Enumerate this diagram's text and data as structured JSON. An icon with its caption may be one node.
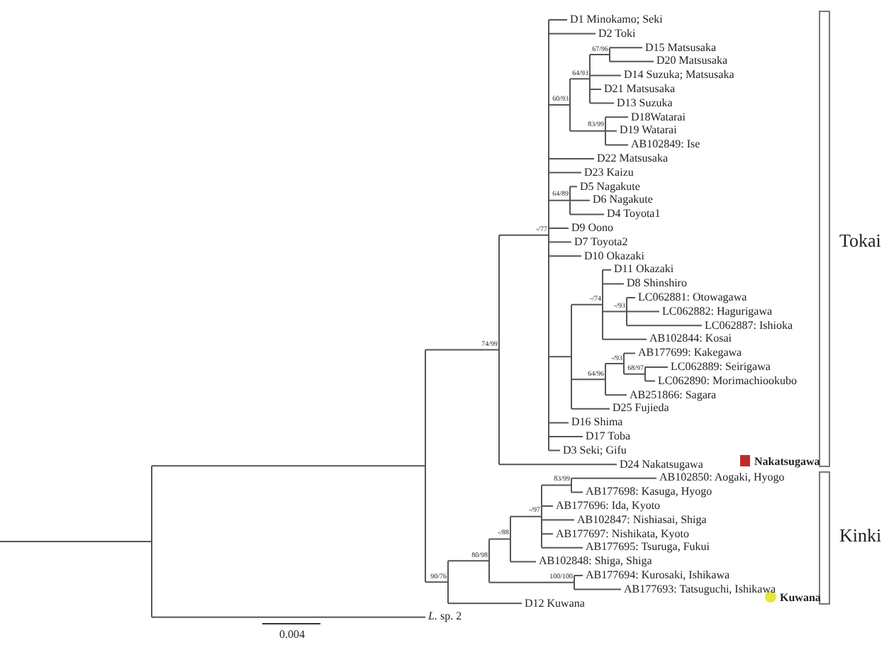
{
  "diagram": {
    "labels": [
      "D1 Minokamo; Seki",
      "D2 Toki",
      "D15 Matsusaka",
      "D20 Matsusaka",
      "D14 Suzuka; Matsusaka",
      "D21 Matsusaka",
      "D13 Suzuka",
      "D18Watarai",
      "D19 Watarai",
      "AB102849: Ise",
      "D22 Matsusaka",
      "D23 Kaizu",
      "D5 Nagakute",
      "D6 Nagakute",
      "D4 Toyota1",
      "D9 Oono",
      "D7 Toyota2",
      "D10 Okazaki",
      "D11 Okazaki",
      "D8 Shinshiro",
      "LC062881: Otowagawa",
      "LC062882: Hagurigawa",
      "LC062887: Ishioka",
      "AB102844: Kosai",
      "AB177699: Kakegawa",
      "LC062889: Seirigawa",
      "LC062890: Morimachiookubo",
      "AB251866: Sagara",
      "D25 Fujieda",
      "D16 Shima",
      "D17 Toba",
      "D3 Seki; Gifu",
      "D24 Nakatsugawa",
      "AB102850: Aogaki, Hyogo",
      "AB177698: Kasuga, Hyogo",
      "AB177696: Ida, Kyoto",
      "AB102847: Nishiasai, Shiga",
      "AB177697: Nishikata, Kyoto",
      "AB177695: Tsuruga, Fukui",
      "AB102848: Shiga, Shiga",
      "AB177694: Kurosaki, Ishikawa",
      "AB177693: Tatsuguchi, Ishikawa",
      "D12 Kuwana",
      "*L.* sp. 2",
      "67/96",
      "64/93",
      "60/93",
      "83/99",
      "64/89",
      "-/77",
      "-/74",
      "-/93",
      "74/99",
      "-/93",
      "68/97",
      "64/96",
      "83/99",
      "-/97",
      "-/88",
      "80/98",
      "100/100",
      "90/76",
      "Tokai",
      "Kinki",
      "0.004"
    ],
    "legend": [
      {
        "text": "Nakatsugawa",
        "color": "#c62828"
      },
      {
        "text": "Kuwana",
        "color": "#e6e63a"
      }
    ]
  }
}
